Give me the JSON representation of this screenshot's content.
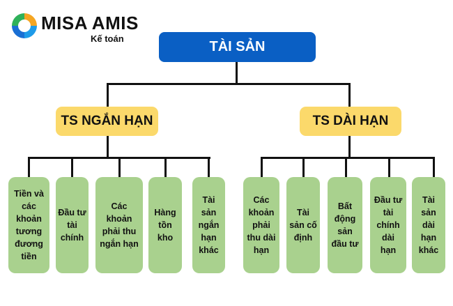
{
  "brand": {
    "name": "MISA AMIS",
    "subtitle": "Kế toán"
  },
  "root": {
    "label": "TÀI SẢN"
  },
  "categories": [
    {
      "label": "TS NGẮN HẠN",
      "items": [
        "Tiền và\ncác\nkhoản\ntương\nđương\ntiền",
        "Đầu tư\ntài\nchính",
        "Các\nkhoản\nphải thu\nngắn hạn",
        "Hàng\ntồn\nkho",
        "Tài\nsản\nngắn\nhạn\nkhác"
      ]
    },
    {
      "label": "TS DÀI HẠN",
      "items": [
        "Các\nkhoản\nphải\nthu dài\nhạn",
        "Tài\nsản cố\nđịnh",
        "Bất\nđộng\nsản\nđầu tư",
        "Đầu tư\ntài\nchính\ndài\nhạn",
        "Tài\nsản\ndài\nhạn\nkhác"
      ]
    }
  ],
  "colors": {
    "root": "#0a5fc4",
    "category": "#fbd96b",
    "leaf": "#a9d18e",
    "connector": "#111111"
  },
  "icons": {
    "logo": "misa-logo-icon"
  }
}
